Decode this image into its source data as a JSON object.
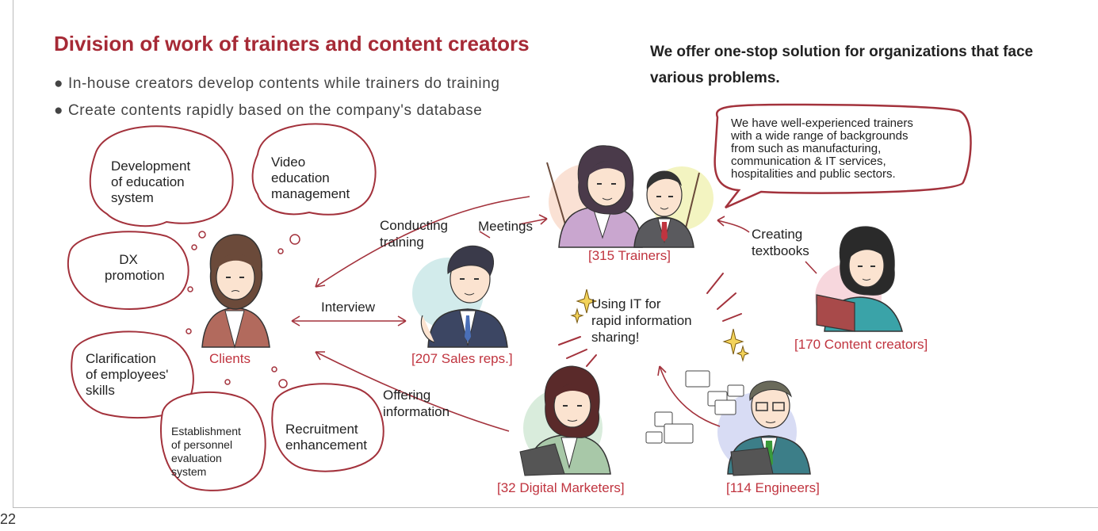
{
  "title": "Division of work of trainers and content creators",
  "lead_text": "We offer one-stop solution for organizations that face various problems.",
  "bullets": [
    "● In-house creators develop contents while trainers do training",
    "● Create contents rapidly based on the company's database"
  ],
  "thought_bubbles": {
    "development": [
      "Development",
      "of education",
      "system"
    ],
    "video": [
      "Video",
      "education",
      "management"
    ],
    "dx": [
      "DX",
      "promotion"
    ],
    "clarification": [
      "Clarification",
      "of employees'",
      "skills"
    ],
    "establishment": [
      "Establishment",
      "of personnel",
      "evaluation",
      "system"
    ],
    "recruitment": [
      "Recruitment",
      "enhancement"
    ]
  },
  "speech_bubble": [
    "We have well-experienced trainers",
    "with a wide range of backgrounds",
    "from such as manufacturing,",
    "communication & IT services,",
    "hospitalities and public sectors."
  ],
  "roles": {
    "clients": "Clients",
    "sales": "[207 Sales reps.]",
    "trainers": "[315 Trainers]",
    "content_creators": "[170 Content creators]",
    "digital_marketers": "[32 Digital Marketers]",
    "engineers": "[114 Engineers]"
  },
  "flows": {
    "conducting_training": [
      "Conducting",
      "training"
    ],
    "meetings": "Meetings",
    "interview": "Interview",
    "offering_information": [
      "Offering",
      "information"
    ],
    "creating_textbooks": [
      "Creating",
      "textbooks"
    ],
    "using_it": [
      "Using IT for",
      "rapid information",
      "sharing!"
    ]
  },
  "page_number": "22",
  "colors": {
    "accent": "#a62a36",
    "label_red": "#c0343f",
    "bubble_stroke": "#a3323c"
  }
}
